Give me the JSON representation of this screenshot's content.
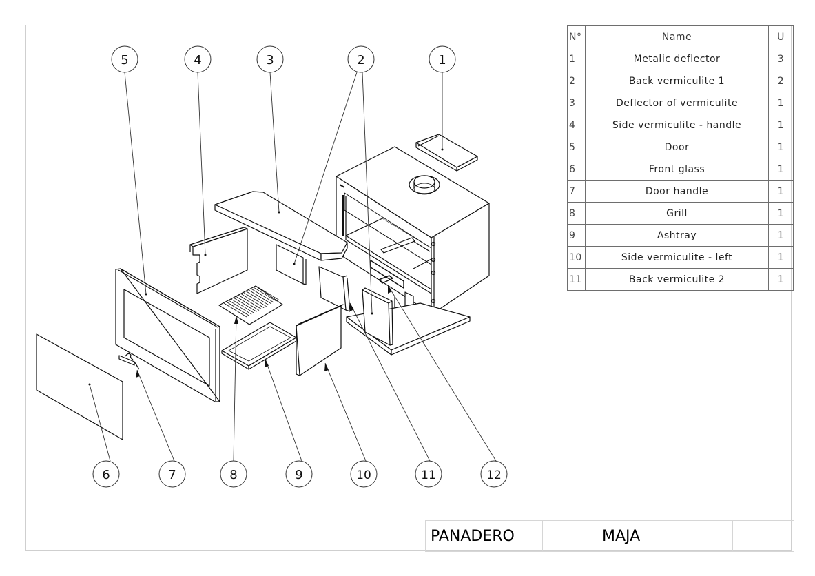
{
  "drawing": {
    "type": "exploded assembly drawing",
    "subject": "wood stove"
  },
  "bom": {
    "headers": {
      "no": "N°",
      "name": "Name",
      "qty": "U"
    },
    "rows": [
      {
        "no": "1",
        "name": "Metalic deflector",
        "qty": "3"
      },
      {
        "no": "2",
        "name": "Back vermiculite 1",
        "qty": "2"
      },
      {
        "no": "3",
        "name": "Deflector of vermiculite",
        "qty": "1"
      },
      {
        "no": "4",
        "name": "Side vermiculite - handle",
        "qty": "1"
      },
      {
        "no": "5",
        "name": "Door",
        "qty": "1"
      },
      {
        "no": "6",
        "name": "Front glass",
        "qty": "1"
      },
      {
        "no": "7",
        "name": "Door handle",
        "qty": "1"
      },
      {
        "no": "8",
        "name": "Grill",
        "qty": "1"
      },
      {
        "no": "9",
        "name": "Ashtray",
        "qty": "1"
      },
      {
        "no": "10",
        "name": "Side vermiculite - left",
        "qty": "1"
      },
      {
        "no": "11",
        "name": "Back vermiculite 2",
        "qty": "1"
      }
    ]
  },
  "balloons": {
    "b1": "1",
    "b2": "2",
    "b3": "3",
    "b4": "4",
    "b5": "5",
    "b6": "6",
    "b7": "7",
    "b8": "8",
    "b9": "9",
    "b10": "10",
    "b11": "11",
    "b12": "12"
  },
  "title_block": {
    "project": "PANADERO",
    "model": "MAJA",
    "extra": ""
  },
  "colors": {
    "line": "#111111",
    "leader": "#333333",
    "frame": "#cfcfcf",
    "table_border": "#6e6e6e"
  }
}
